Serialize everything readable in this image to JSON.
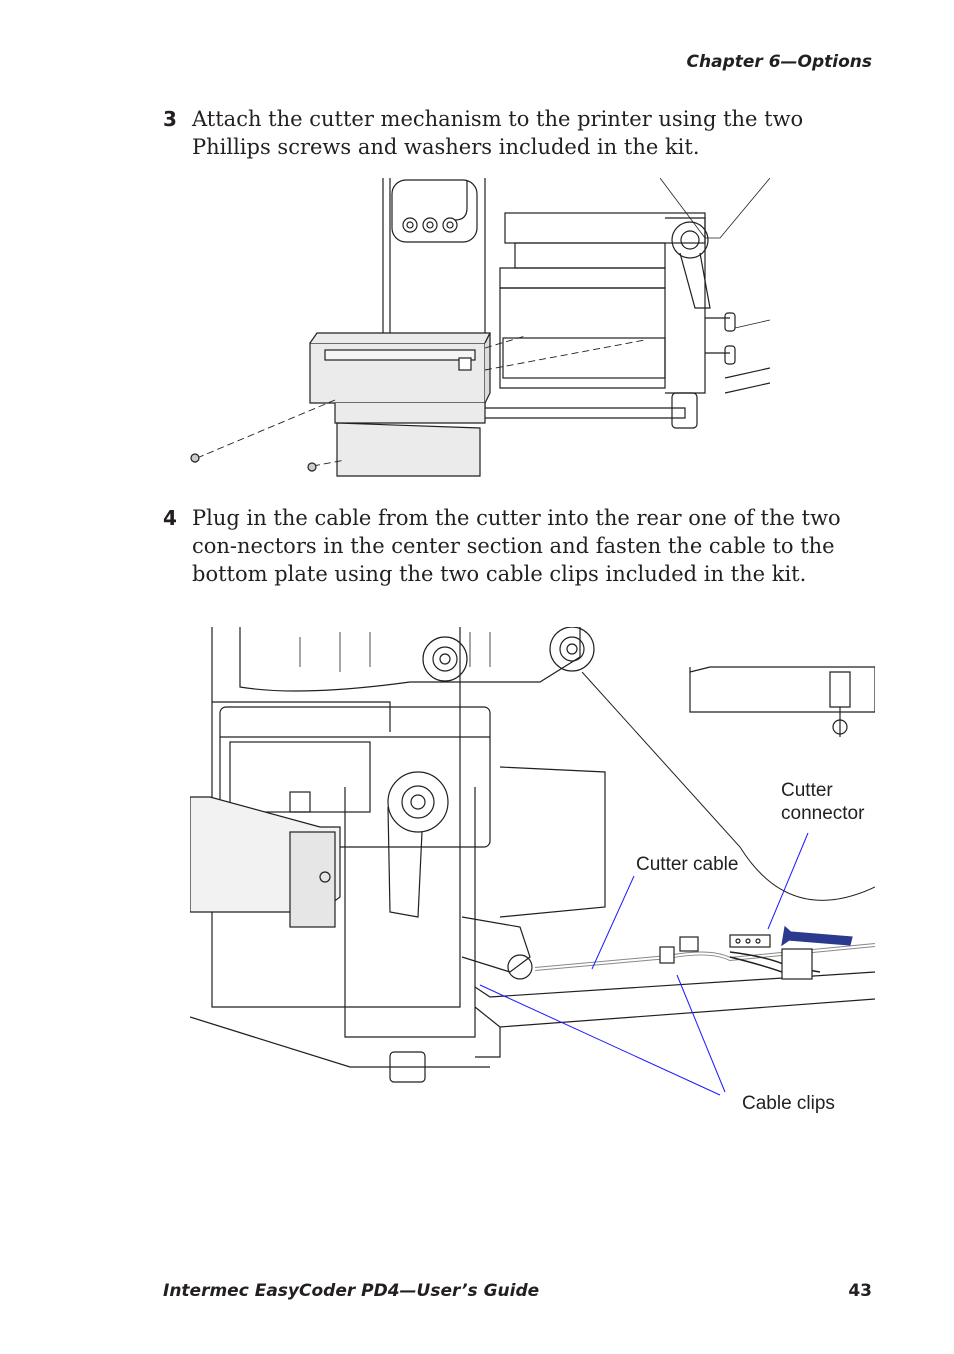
{
  "header": {
    "chapter": "Chapter 6—Options"
  },
  "steps": [
    {
      "number": "3",
      "text": "Attach the cutter mechanism to the printer using the two Phillips screws and washers included in the kit."
    },
    {
      "number": "4",
      "text": "Plug in the cable from the cutter into the rear one of the two con-nectors in the center section and fasten the cable to the bottom plate using the two cable clips included in the kit."
    }
  ],
  "figure2": {
    "callouts": {
      "cutter_connector_line1": "Cutter",
      "cutter_connector_line2": "connector",
      "cutter_cable": "Cutter cable",
      "cable_clips": "Cable clips"
    },
    "callout_line_color": "#1a1aff",
    "arrow_color": "#2b3a8f"
  },
  "footer": {
    "title": "Intermec EasyCoder PD4—User’s Guide",
    "page": "43"
  }
}
